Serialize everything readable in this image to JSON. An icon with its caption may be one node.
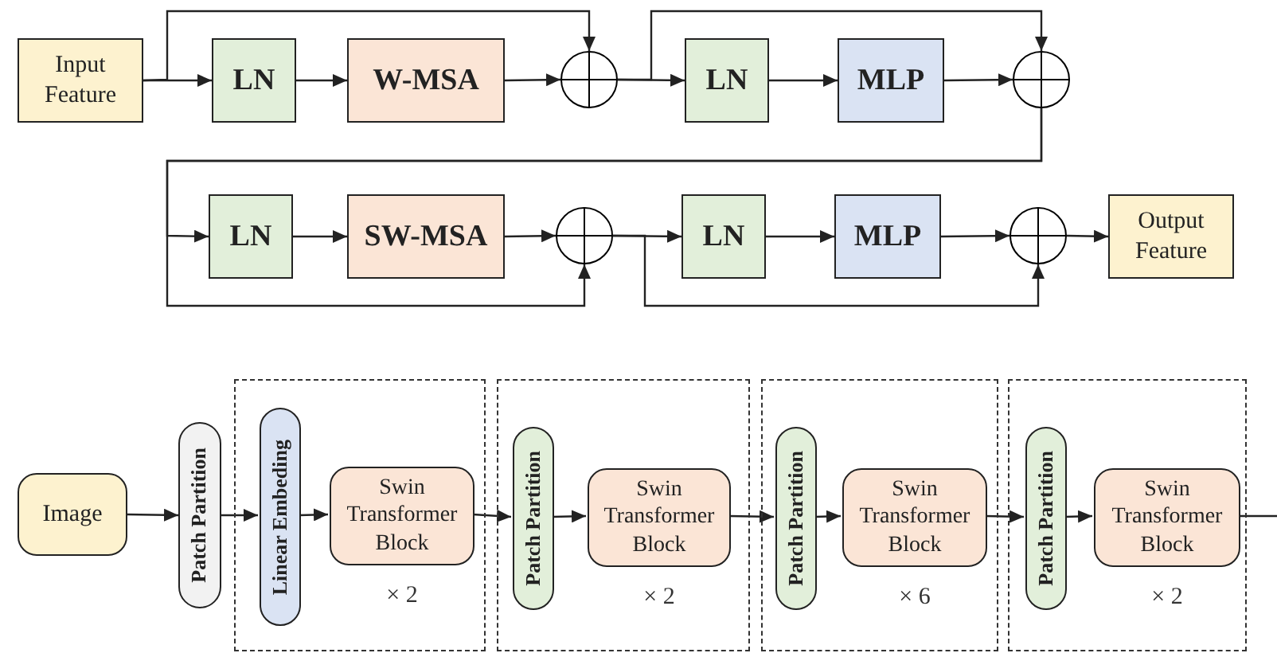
{
  "diagram": {
    "nodes": [
      {
        "text": [
          "Input Feature"
        ]
      },
      {
        "text": [
          "LN"
        ]
      },
      {
        "text": [
          "W-MSA"
        ]
      },
      {
        "text": [],
        "shape": "circle"
      },
      {
        "text": [
          "LN"
        ]
      },
      {
        "text": [
          "MLP"
        ]
      },
      {
        "text": [],
        "shape": "circle"
      },
      {
        "text": [
          "LN"
        ]
      },
      {
        "text": [
          "SW-MSA"
        ]
      },
      {
        "text": [],
        "shape": "circle"
      },
      {
        "text": [
          "LN"
        ]
      },
      {
        "text": [
          "MLP"
        ]
      },
      {
        "text": [],
        "shape": "circle"
      },
      {
        "text": [
          "Output Feature"
        ]
      },
      {
        "text": [
          "Image"
        ]
      },
      {
        "text": [
          "Patch Partition"
        ]
      },
      {
        "text": [],
        "shape": "box"
      },
      {
        "text": [
          "Linear Embeding"
        ],
        "in": 16
      },
      {
        "text": [
          "Swin Transformer Block"
        ],
        "in": 16,
        "beside": [
          "× 2"
        ]
      },
      {
        "text": [],
        "shape": "box"
      },
      {
        "text": [
          "Patch Partition"
        ],
        "in": 19
      },
      {
        "text": [
          "Swin Transformer Block"
        ],
        "in": 19,
        "beside": [
          "× 2"
        ]
      },
      {
        "text": [],
        "shape": "box"
      },
      {
        "text": [
          "Patch Partition"
        ],
        "in": 22
      },
      {
        "text": [
          "Swin Transformer Block"
        ],
        "in": 22,
        "beside": [
          "× 6"
        ]
      },
      {
        "text": [],
        "shape": "box"
      },
      {
        "text": [
          "Patch Partition"
        ],
        "in": 25
      },
      {
        "text": [
          "Swin Transformer Block"
        ],
        "in": 25,
        "beside": [
          "× 2"
        ]
      }
    ],
    "edges": [
      {
        "from": 0,
        "to": 1,
        "arrow": "to"
      },
      {
        "from": 1,
        "to": 2,
        "arrow": "to"
      },
      {
        "from": 2,
        "to": 3,
        "arrow": "to"
      },
      {
        "from": 0,
        "to": 3,
        "arrow": "to"
      },
      {
        "from": 3,
        "to": 4,
        "arrow": "to"
      },
      {
        "from": 3,
        "to": 6,
        "arrow": "to"
      },
      {
        "from": 4,
        "to": 5,
        "arrow": "to"
      },
      {
        "from": 5,
        "to": 6,
        "arrow": "to"
      },
      {
        "from": 6,
        "to": 7,
        "arrow": "to"
      },
      {
        "from": 6,
        "to": 9,
        "arrow": "to"
      },
      {
        "from": 7,
        "to": 8,
        "arrow": "to"
      },
      {
        "from": 8,
        "to": 9,
        "arrow": "to"
      },
      {
        "from": 9,
        "to": 10,
        "arrow": "to"
      },
      {
        "from": 9,
        "to": 12,
        "arrow": "to"
      },
      {
        "from": 10,
        "to": 11,
        "arrow": "to"
      },
      {
        "from": 11,
        "to": 12,
        "arrow": "to"
      },
      {
        "from": 12,
        "to": 13,
        "arrow": "to"
      },
      {
        "from": 14,
        "to": 15,
        "arrow": "to"
      },
      {
        "from": 15,
        "to": 17,
        "arrow": "to"
      },
      {
        "from": 17,
        "to": 18,
        "arrow": "to"
      },
      {
        "from": 18,
        "to": 20,
        "arrow": "to"
      },
      {
        "from": 20,
        "to": 21,
        "arrow": "to"
      },
      {
        "from": 21,
        "to": 23,
        "arrow": "to"
      },
      {
        "from": 23,
        "to": 24,
        "arrow": "to"
      },
      {
        "from": 24,
        "to": 26,
        "arrow": "to"
      },
      {
        "from": 26,
        "to": 27,
        "arrow": "to"
      },
      {
        "from": 27,
        "to": null,
        "arrow": "none"
      }
    ]
  }
}
